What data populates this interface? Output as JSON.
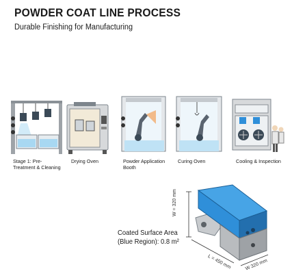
{
  "header": {
    "title": "POWDER COAT LINE PROCESS",
    "subtitle": "Durable Finishing for Manufacturing"
  },
  "stages": [
    {
      "label": "Stage 1: Pre-Treatment & Cleaning"
    },
    {
      "label": "Drying Oven"
    },
    {
      "label": "Powder Application Booth"
    },
    {
      "label": "Curing Oven"
    },
    {
      "label": "Cooling & Inspection"
    }
  ],
  "part": {
    "coated_area_label": "Coated Surface Area (Blue Region): 0.8 m²",
    "dim_height": "W = 320 mm",
    "dim_length": "L = 450 mm",
    "dim_width": "W 320 mm"
  },
  "colors": {
    "coating_blue": "#2f8fd9",
    "steel_gray": "#b9bcbf",
    "water_blue": "#bfe2f5",
    "machine_gray": "#d7d9db"
  }
}
